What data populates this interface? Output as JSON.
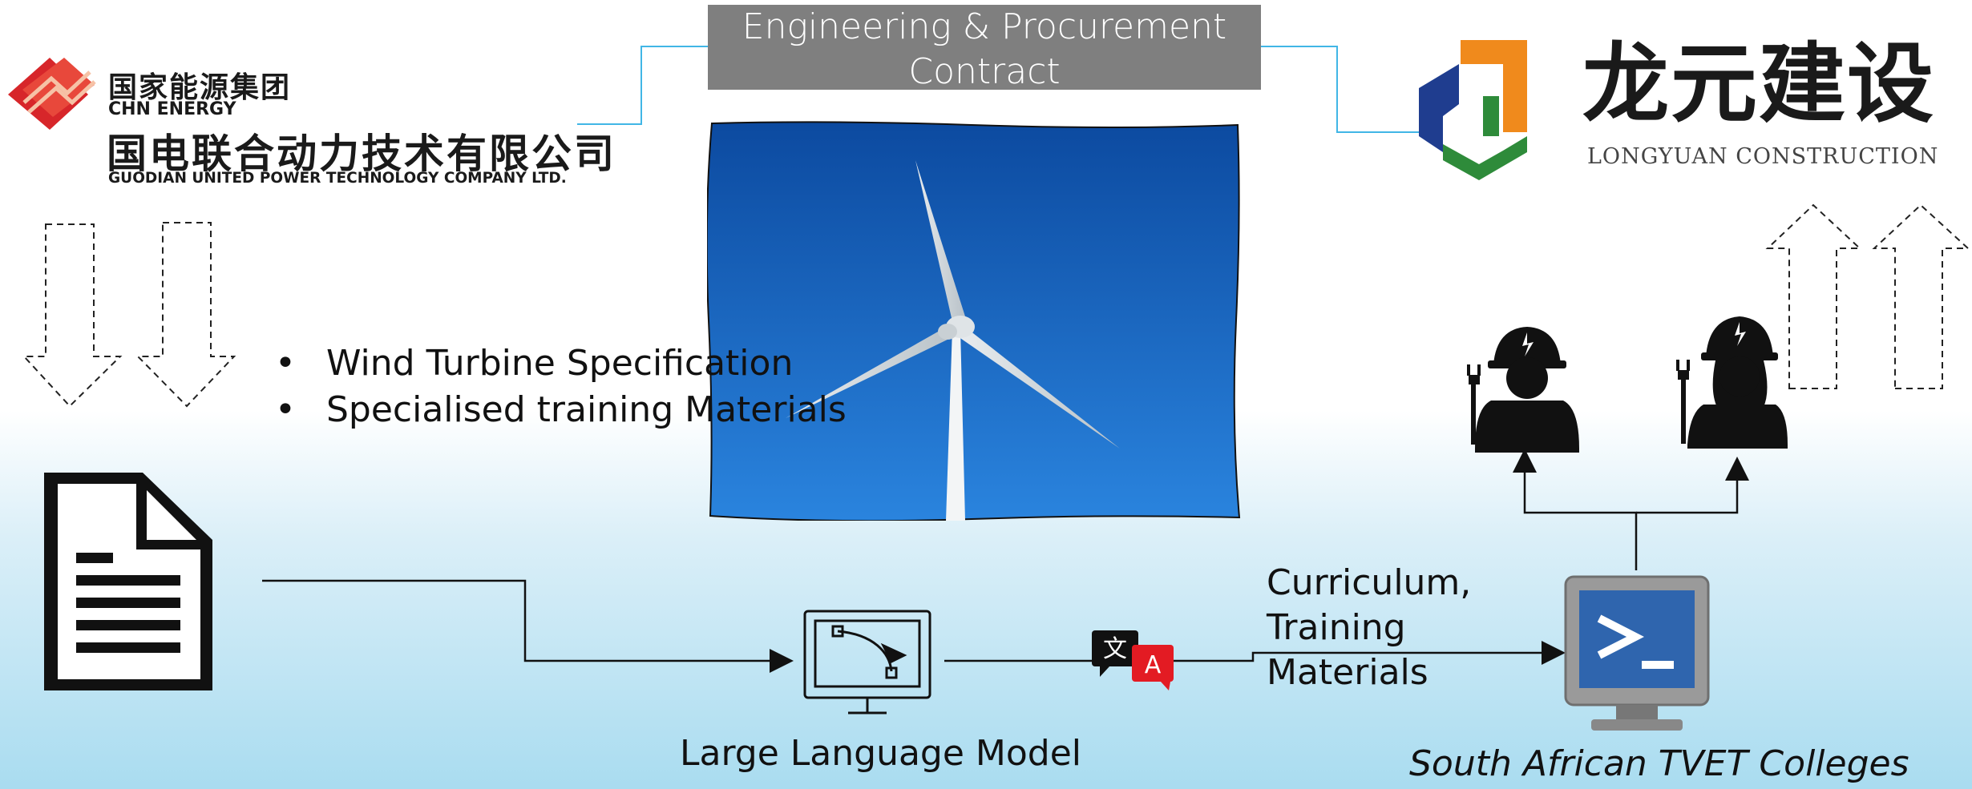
{
  "contract": {
    "label": "Engineering & Procurement Contract"
  },
  "guodian": {
    "cn_group": "国家能源集团",
    "en_group": "CHN ENERGY",
    "cn_company": "国电联合动力技术有限公司",
    "en_company": "GUODIAN UNITED POWER TECHNOLOGY COMPANY LTD."
  },
  "longyuan": {
    "cn_name": "龙元建设",
    "en_name": "LONGYUAN CONSTRUCTION"
  },
  "inputs": {
    "bullets": [
      "Wind Turbine Specification",
      "Specialised training Materials"
    ]
  },
  "llm": {
    "label": "Large Language Model"
  },
  "outputs": {
    "label": "Curriculum, Training Materials"
  },
  "tvet": {
    "label": "South African TVET Colleges"
  },
  "icons": {
    "document": "document-icon",
    "llm": "computer-bezier-icon",
    "translate": "translate-icon",
    "terminal": "terminal-monitor-icon",
    "workers": "electrician-worker-icon"
  },
  "colors": {
    "contract_box": "#7f7f7f",
    "connector": "#41b6e6",
    "sky_top": "#0d4fa6",
    "sky_bottom": "#1f79d6",
    "guodian_red": "#d7262a",
    "longyuan_orange": "#f08a1c",
    "longyuan_blue": "#1f3d8f",
    "longyuan_green": "#2e8b3a",
    "translate_red": "#e31b23"
  }
}
